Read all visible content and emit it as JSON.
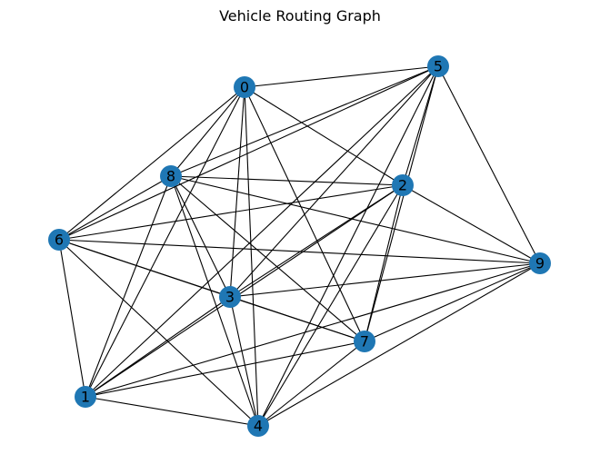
{
  "title": "Vehicle Routing Graph",
  "colors": {
    "node_fill": "#1f77b4",
    "edge_stroke": "#000000",
    "label_color": "#000000",
    "background": "#ffffff"
  },
  "graph": {
    "nodes": [
      {
        "id": "0",
        "label": "0"
      },
      {
        "id": "1",
        "label": "1"
      },
      {
        "id": "2",
        "label": "2"
      },
      {
        "id": "3",
        "label": "3"
      },
      {
        "id": "4",
        "label": "4"
      },
      {
        "id": "5",
        "label": "5"
      },
      {
        "id": "6",
        "label": "6"
      },
      {
        "id": "7",
        "label": "7"
      },
      {
        "id": "8",
        "label": "8"
      },
      {
        "id": "9",
        "label": "9"
      }
    ],
    "edges": [
      [
        "0",
        "5"
      ],
      [
        "0",
        "8"
      ],
      [
        "0",
        "6"
      ],
      [
        "0",
        "1"
      ],
      [
        "0",
        "3"
      ],
      [
        "0",
        "4"
      ],
      [
        "0",
        "7"
      ],
      [
        "0",
        "2"
      ],
      [
        "5",
        "8"
      ],
      [
        "5",
        "6"
      ],
      [
        "5",
        "2"
      ],
      [
        "5",
        "3"
      ],
      [
        "5",
        "1"
      ],
      [
        "5",
        "7"
      ],
      [
        "5",
        "4"
      ],
      [
        "5",
        "9"
      ],
      [
        "8",
        "2"
      ],
      [
        "8",
        "6"
      ],
      [
        "8",
        "1"
      ],
      [
        "8",
        "3"
      ],
      [
        "8",
        "4"
      ],
      [
        "8",
        "7"
      ],
      [
        "8",
        "9"
      ],
      [
        "2",
        "6"
      ],
      [
        "2",
        "9"
      ],
      [
        "2",
        "3"
      ],
      [
        "2",
        "1"
      ],
      [
        "2",
        "7"
      ],
      [
        "2",
        "4"
      ],
      [
        "6",
        "3"
      ],
      [
        "6",
        "7"
      ],
      [
        "6",
        "9"
      ],
      [
        "6",
        "1"
      ],
      [
        "6",
        "4"
      ],
      [
        "3",
        "9"
      ],
      [
        "3",
        "7"
      ],
      [
        "3",
        "1"
      ],
      [
        "3",
        "4"
      ],
      [
        "9",
        "7"
      ],
      [
        "9",
        "1"
      ],
      [
        "9",
        "4"
      ],
      [
        "7",
        "1"
      ],
      [
        "7",
        "4"
      ],
      [
        "1",
        "4"
      ]
    ]
  }
}
